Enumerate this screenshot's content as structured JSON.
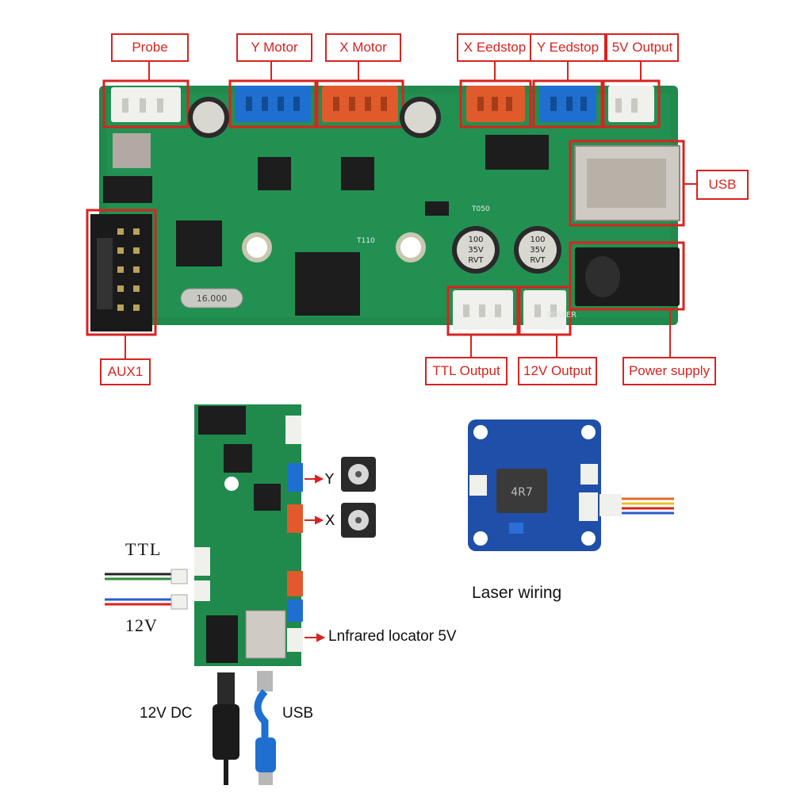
{
  "labels": {
    "probe": "Probe",
    "y_motor": "Y Motor",
    "x_motor": "X Motor",
    "x_endstop": "X Eedstop",
    "y_endstop": "Y Eedstop",
    "output_5v": "5V Output",
    "usb": "USB",
    "aux1": "AUX1",
    "ttl_output": "TTL Output",
    "output_12v": "12V Output",
    "power_supply": "Power supply"
  },
  "silkscreen": {
    "cap1": [
      "100",
      "35V",
      "RVT"
    ],
    "cap2": [
      "100",
      "35V",
      "RVT"
    ],
    "crystal": "16.000",
    "ic_t050": "T050",
    "ic_t110": "T110",
    "power": "POWER",
    "laser_inductor": "4R7"
  },
  "wiring": {
    "ttl": "TTL",
    "v12": "12V",
    "y_axis": "Y",
    "x_axis": "X",
    "infrared": "Lnfrared locator 5V",
    "dc_12v": "12V DC",
    "usb": "USB",
    "laser_wiring": "Laser wiring"
  },
  "colors": {
    "callout": "#d9231f",
    "pcb": "#1f8a4c",
    "connector_blue": "#1f6fd1",
    "connector_orange": "#e05a2b"
  }
}
